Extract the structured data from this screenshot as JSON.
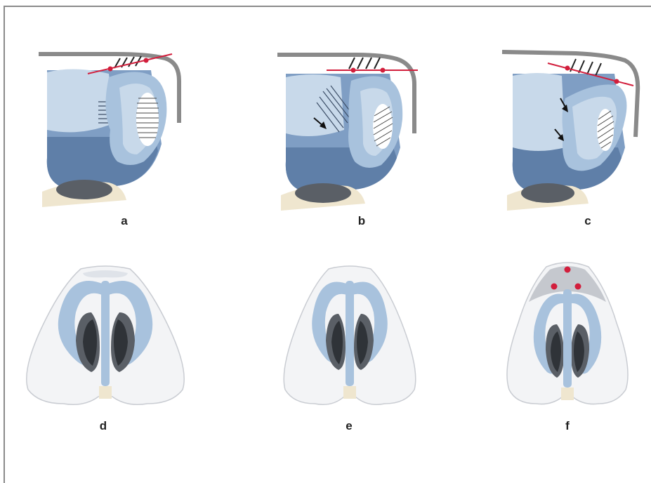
{
  "figure": {
    "panels": [
      {
        "label": "a"
      },
      {
        "label": "b"
      },
      {
        "label": "c"
      },
      {
        "label": "d"
      },
      {
        "label": "e"
      },
      {
        "label": "f"
      }
    ],
    "colors": {
      "cartilage_light": "#c8d9ea",
      "cartilage_mid": "#a8c2dd",
      "skin_blue": "#7f9ec4",
      "skin_dark": "#5f7fa8",
      "outline_grey": "#8a8a8a",
      "red_line": "#d21e3c",
      "bone": "#efe6cf",
      "nostril_dark": "#5a5f66"
    }
  }
}
